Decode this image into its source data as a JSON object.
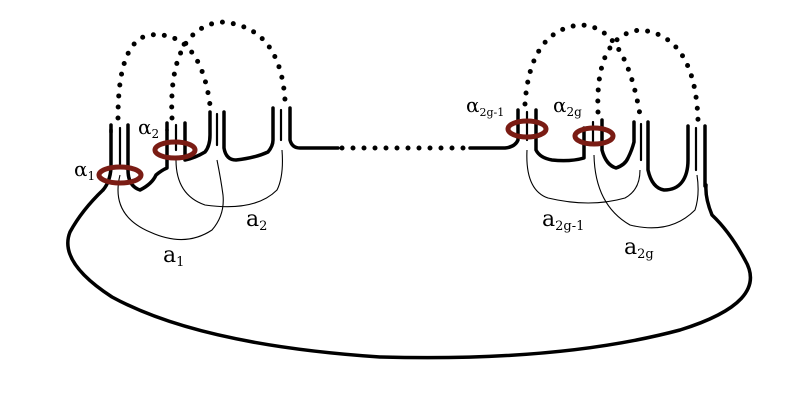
{
  "colors": {
    "outline": "#000000",
    "thin_curve": "#000000",
    "meridian_ring": "#7a1c14",
    "background": "#ffffff"
  },
  "labels": {
    "alpha_1": {
      "symbol": "α",
      "subscript": "1"
    },
    "alpha_2": {
      "symbol": "α",
      "subscript": "2"
    },
    "alpha_2g_minus_1": {
      "symbol": "α",
      "subscript": "2g-1"
    },
    "alpha_2g": {
      "symbol": "α",
      "subscript": "2g"
    },
    "a_1": {
      "symbol": "a",
      "subscript": "1"
    },
    "a_2": {
      "symbol": "a",
      "subscript": "2"
    },
    "a_2g_minus_1": {
      "symbol": "a",
      "subscript": "2g-1"
    },
    "a_2g": {
      "symbol": "a",
      "subscript": "2g"
    }
  }
}
